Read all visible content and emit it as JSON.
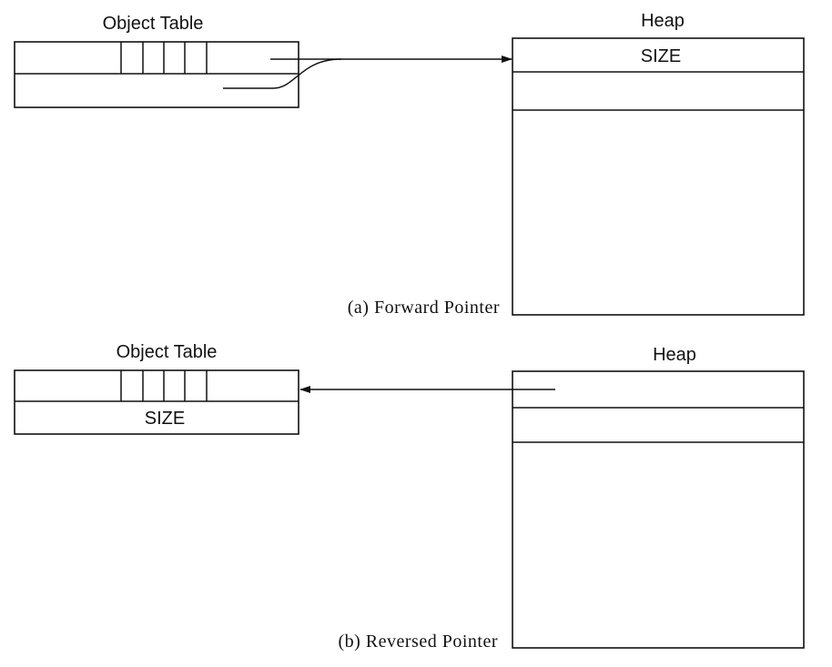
{
  "panel_a": {
    "object_table_label": "Object Table",
    "heap_label": "Heap",
    "heap_size_label": "SIZE",
    "caption": "(a) Forward Pointer"
  },
  "panel_b": {
    "object_table_label": "Object Table",
    "object_table_size_label": "SIZE",
    "heap_label": "Heap",
    "caption": "(b) Reversed Pointer"
  }
}
